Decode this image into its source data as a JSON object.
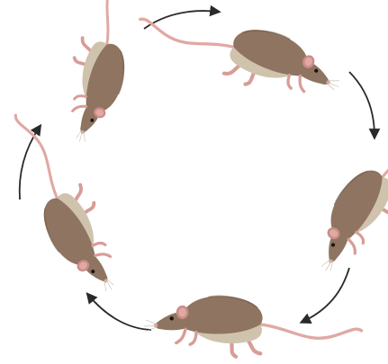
{
  "figure": {
    "kind": "rotation-cycle",
    "mice_count": 5,
    "arrow_count": 5,
    "direction": "clockwise",
    "colors": {
      "fur_back": "#8e7461",
      "fur_back_dark": "#6e5544",
      "belly": "#cfc3ad",
      "skin": "#e0a9a3",
      "skin_dark": "#c98c86",
      "eye": "#1d1410",
      "arrow": "#2a2a2a",
      "background": "#ffffff"
    }
  }
}
